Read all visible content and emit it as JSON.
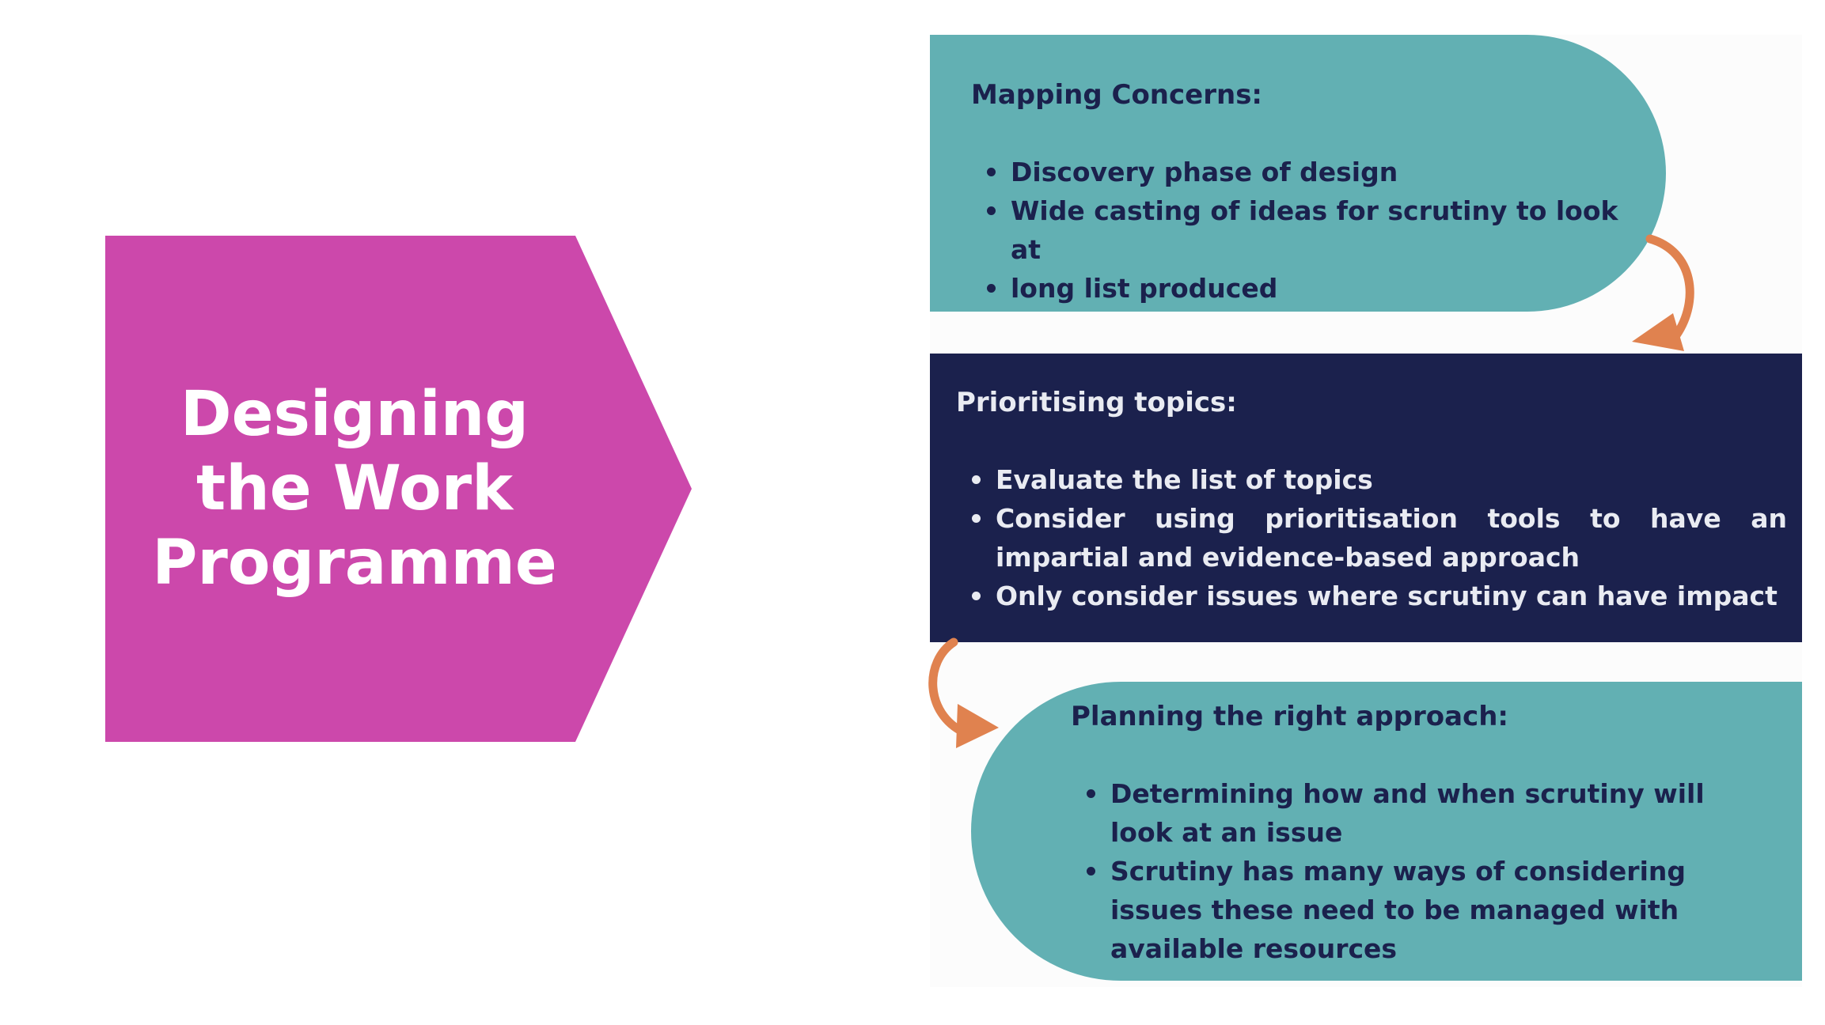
{
  "title": {
    "line1": "Designing",
    "line2": "the Work",
    "line3": "Programme"
  },
  "colors": {
    "title_arrow": "#cc48ab",
    "teal_box": "#62b0b3",
    "navy_box": "#1b214d",
    "arrow": "#e0824f"
  },
  "steps": [
    {
      "heading": "Mapping Concerns:",
      "bullets": [
        "Discovery phase of design",
        "Wide casting of ideas for scrutiny to look at",
        "long list produced"
      ]
    },
    {
      "heading": "Prioritising topics:",
      "bullets": [
        "Evaluate the list of topics",
        "Consider using prioritisation tools to have an impartial and evidence-based approach",
        "Only consider issues where scrutiny can have impact"
      ]
    },
    {
      "heading": "Planning the right approach:",
      "bullets": [
        "Determining how and when scrutiny will look at an issue",
        "Scrutiny has many ways of considering issues these need to be managed with available resources"
      ]
    }
  ]
}
